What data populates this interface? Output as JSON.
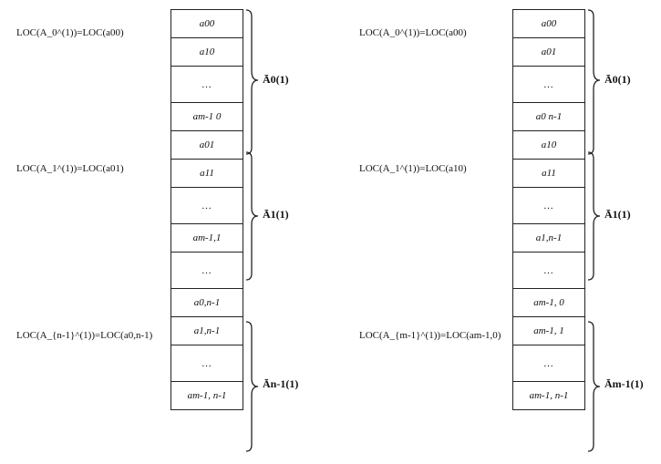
{
  "left": {
    "loc_labels": [
      "LOC(A_0^(1))=LOC(a00)",
      "LOC(A_1^(1))=LOC(a01)",
      "LOC(A_{n-1}^(1))=LOC(a0,n-1)"
    ],
    "cells": [
      "a00",
      "a10",
      "…",
      "am-1 0",
      "a01",
      "a11",
      "…",
      "am-1,1",
      "…",
      "a0,n-1",
      "a1,n-1",
      "…",
      "am-1, n-1"
    ],
    "brace_labels": [
      "Ā0(1)",
      "Ā1(1)",
      "Ān-1(1)"
    ]
  },
  "right": {
    "loc_labels": [
      "LOC(A_0^(1))=LOC(a00)",
      "LOC(A_1^(1))=LOC(a10)",
      "LOC(A_{m-1}^(1))=LOC(am-1,0)"
    ],
    "cells": [
      "a00",
      "a01",
      "…",
      "a0 n-1",
      "a10",
      "a11",
      "…",
      "a1,n-1",
      "…",
      "am-1, 0",
      "am-1, 1",
      "…",
      "am-1, n-1"
    ],
    "brace_labels": [
      "Ā0(1)",
      "Ā1(1)",
      "Ām-1(1)"
    ]
  }
}
